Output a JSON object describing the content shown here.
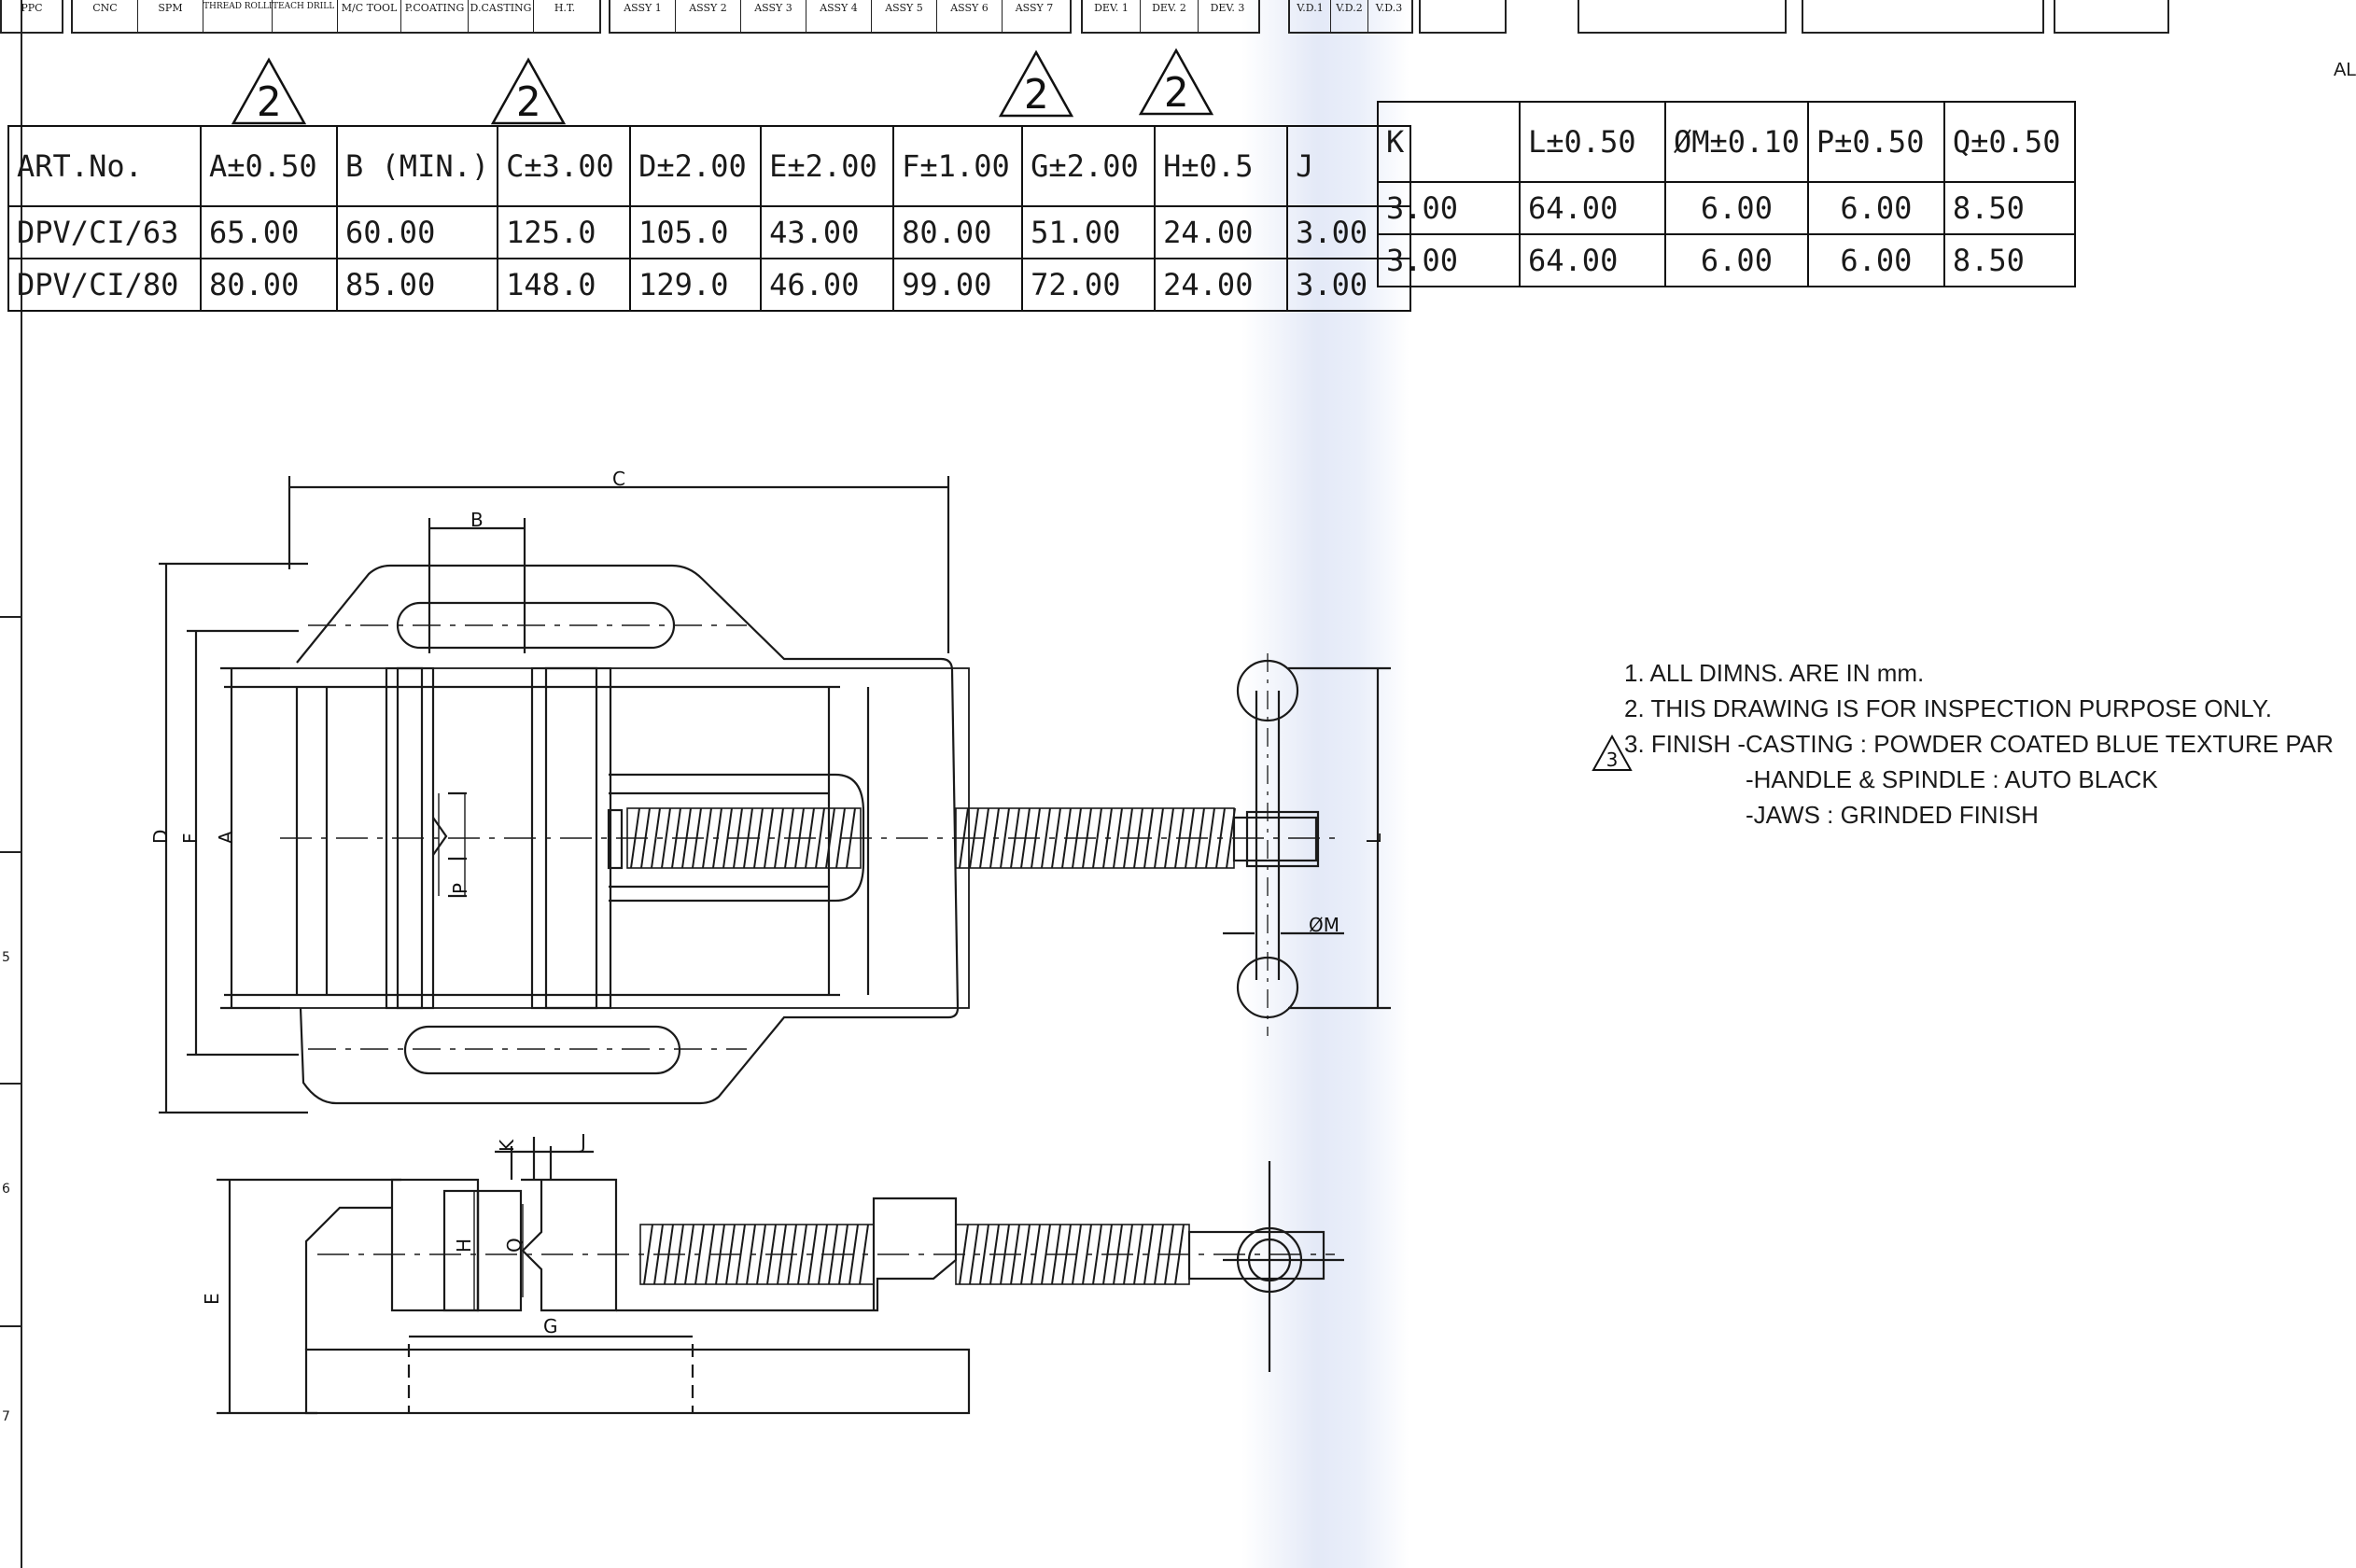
{
  "header_cells": [
    "PPC",
    "CNC",
    "SPM",
    "THREAD ROLLING",
    "TEACH DRILL M/C",
    "M/C TOOL",
    "P.COATING",
    "D.CASTING",
    "H.T.",
    "ASSY 1",
    "ASSY 2",
    "ASSY 3",
    "ASSY 4",
    "ASSY 5",
    "ASSY 6",
    "ASSY 7",
    "DEV. 1",
    "DEV. 2",
    "DEV. 3",
    "V.D.1",
    "V.D.2",
    "V.D.3"
  ],
  "revision_marks": [
    "2",
    "2",
    "2",
    "2"
  ],
  "note_revision_mark": "3",
  "table": {
    "headers_left": [
      "ART.No.",
      "A±0.50",
      "B (MIN.)",
      "C±3.00",
      "D±2.00",
      "E±2.00",
      "F±1.00",
      "G±2.00",
      "H±0.5",
      "J"
    ],
    "rows_left": [
      [
        "DPV/CI/63",
        "65.00",
        "60.00",
        "125.0",
        "105.0",
        "43.00",
        "80.00",
        "51.00",
        "24.00",
        "3.00"
      ],
      [
        "DPV/CI/80",
        "80.00",
        "85.00",
        "148.0",
        "129.0",
        "46.00",
        "99.00",
        "72.00",
        "24.00",
        "3.00"
      ]
    ],
    "headers_right": [
      "K",
      "L±0.50",
      "ØM±0.10",
      "P±0.50",
      "Q±0.50"
    ],
    "rows_right": [
      [
        "3.00",
        "64.00",
        "6.00",
        "6.00",
        "8.50"
      ],
      [
        "3.00",
        "64.00",
        "6.00",
        "6.00",
        "8.50"
      ]
    ]
  },
  "notes": [
    "1. ALL DIMNS. ARE IN mm.",
    "2. THIS DRAWING IS FOR INSPECTION PURPOSE ONLY.",
    "3. FINISH -CASTING : POWDER COATED BLUE TEXTURE PAR",
    "-HANDLE & SPINDLE : AUTO BLACK",
    "-JAWS : GRINDED FINISH"
  ],
  "corner_text": "AL",
  "zone_numbers": [
    "5",
    "6",
    "7"
  ],
  "dimension_labels": {
    "A": "A",
    "B": "B",
    "C": "C",
    "D": "D",
    "E": "E",
    "F": "F",
    "G": "G",
    "H": "H",
    "J": "J",
    "K": "K",
    "L": "L",
    "M": "ØM",
    "P": "P",
    "Q": "Q"
  }
}
